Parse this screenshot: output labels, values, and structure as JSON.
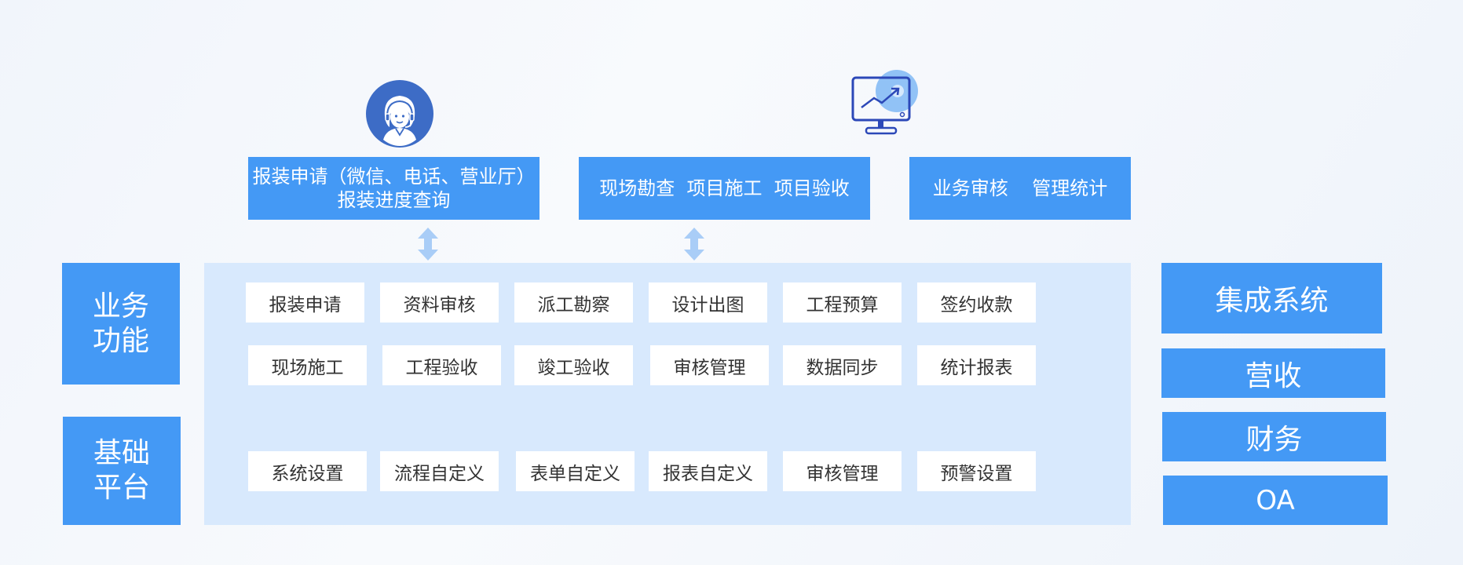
{
  "top": {
    "box1": {
      "line1": "报装申请（微信、电话、营业厅）",
      "line2": "报装进度查询"
    },
    "box2": {
      "text": "现场勘查  项目施工  项目验收"
    },
    "box3": {
      "text": "业务审核    管理统计"
    }
  },
  "left": {
    "business": {
      "line1": "业务",
      "line2": "功能"
    },
    "platform": {
      "line1": "基础",
      "line2": "平台"
    }
  },
  "business_functions": {
    "row1": [
      "报装申请",
      "资料审核",
      "派工勘察",
      "设计出图",
      "工程预算",
      "签约收款"
    ],
    "row2": [
      "现场施工",
      "工程验收",
      "竣工验收",
      "审核管理",
      "数据同步",
      "统计报表"
    ]
  },
  "platform_functions": [
    "系统设置",
    "流程自定义",
    "表单自定义",
    "报表自定义",
    "审核管理",
    "预警设置"
  ],
  "right": {
    "integration": "集成系统",
    "items": [
      "营收",
      "财务",
      "OA"
    ]
  },
  "icons": {
    "customer_service": "customer-service-icon",
    "monitor_chart": "monitor-chart-icon",
    "arrow": "double-arrow-icon"
  },
  "colors": {
    "accent": "#4499f5",
    "panel": "#d8e9fd",
    "icon_blue": "#3b6fc4"
  }
}
